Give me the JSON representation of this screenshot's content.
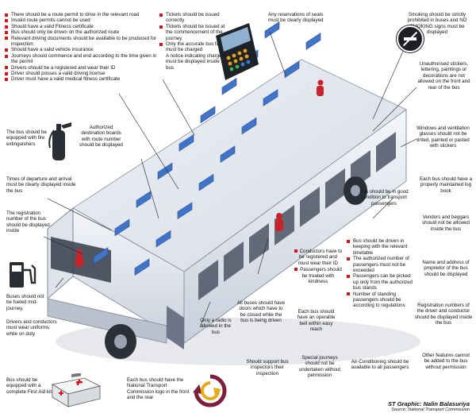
{
  "rules_top": [
    "There should be a route permit to drive in the relevant road",
    "Invalid route permits cannot be used",
    "Should have a valid Fitness certificate",
    "Bus should only be driven on the authorized route",
    "Relevant driving documents should be available to be produced for inspection",
    "Should have a valid vehicle insurance",
    "Journeys should commence and end according to the time given in the permit",
    "Drivers should be a registered and wear their ID",
    "Driver should posses a valid driving license",
    "Driver must have a valid medical fitness certificate"
  ],
  "tickets": [
    "Tickets should be issued correctly",
    "Tickets should be issued at the commencement of the journey",
    "Only the accurate bus fare must be charged"
  ],
  "notice_text": "A notice indicating charges must be displayed inside the bus",
  "reservations": "Any reservations of seats must be clearly displayed",
  "smoking": "Smoking should be strictly prohibited in buses and NO SMOKING signs must be displayed",
  "stickers": "Unauthorised stickers, lettering, paintings or decorations are not allowed on the front and rear of the bus",
  "windows": "Windows and ventilation glasses should not be tinted, painted or pasted with stickers",
  "logbook": "Each bus should have a properly maintained log book",
  "vendors": "Vendors and beggars should not be allowed inside the bus",
  "proprietor": "Name and address of proprietor of the bus should be displayed",
  "registration_numbers": "Registration numbers of the driver and conductor should be displayed inside the bus",
  "other_features": "Other features cannot be added to the bus without permission",
  "extinguishers": "The bus should be equipped with fire extinguishers",
  "destination": "Authorized destination boards with route number should be displayed",
  "times": "Times of departure and arrival must be clearly displayed inside the bus",
  "reg_number": "The registration number of the bus should be displayed inside",
  "fuel": "Buses should not be fueled mid-journey.",
  "uniforms": "Drivers and conductors must wear uniforms while on duty",
  "first_aid": "Bus should be equipped with a complete First Aid kit",
  "ntc_logo": "Each bus should have the National Transport Commission logo in the front and the rear",
  "condition": "Bus should be in good condition to transport passengers",
  "conductor_items": [
    "Conductors have to be registered and must wear their ID",
    "Passengers should be treated with kindness"
  ],
  "timetable_items": [
    "Bus should be driven in keeping with the relevant timetable",
    "The authorized number of passengers must not be exceeded",
    "Passengers can be picked up only from the authorized bus stands",
    "Number of standing passengers should be according to regulations"
  ],
  "doors": "All buses should have doors which have to be closed while the bus is being driven",
  "radio": "Only a radio is allowed in the bus",
  "bell": "Each bus should have an operable bell within easy reach",
  "inspectors": "Should support bus inspectors their inspection",
  "special": "Special journeys should not be undertaken without permission",
  "aircon": "Air-Conditioning should be available to all passengers",
  "credit_graphic": "ST Graphic: Nalin Balasuriya",
  "credit_source": "Source: National Transport Commission",
  "no_smoking_symbol": "∅",
  "colors": {
    "accent": "#d7141a",
    "seat": "#3f74c8",
    "logo": "#7d1f3c",
    "logo2": "#e8a91a"
  },
  "icons": [
    "ticket-machine-icon",
    "no-smoking-icon",
    "fire-extinguisher-icon",
    "fuel-pump-icon",
    "first-aid-kit-icon",
    "ntc-logo-icon",
    "bus-illustration"
  ]
}
